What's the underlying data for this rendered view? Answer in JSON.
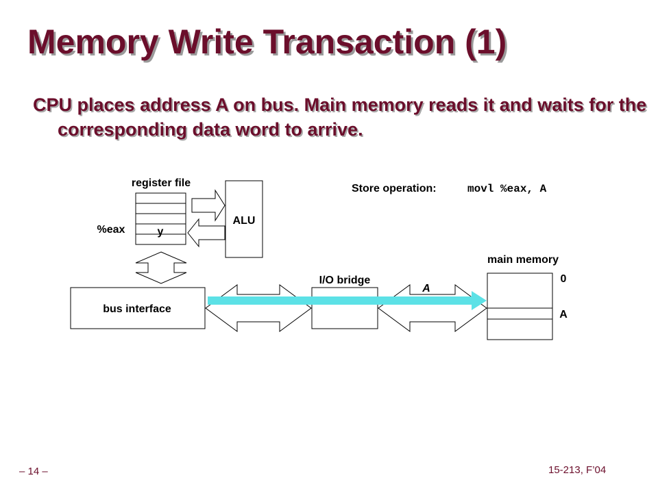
{
  "slide": {
    "title": "Memory Write Transaction (1)",
    "subtitle": "CPU places address A on bus. Main memory reads it and waits for the corresponding data word to arrive.",
    "slide_number": "– 14 –",
    "course": "15-213, F’04"
  },
  "diagram": {
    "register_file_label": "register file",
    "register_name": "%eax",
    "register_value": "y",
    "alu_label": "ALU",
    "store_op_label": "Store operation:",
    "store_op_code": "movl %eax, A",
    "bus_interface_label": "bus interface",
    "io_bridge_label": "I/O bridge",
    "bus_address_label": "A",
    "main_memory_label": "main memory",
    "memory_address_zero": "0",
    "memory_address_a": "A",
    "colors": {
      "title": "#6b0e2b",
      "bus_highlight": "#5ce1e6"
    }
  }
}
